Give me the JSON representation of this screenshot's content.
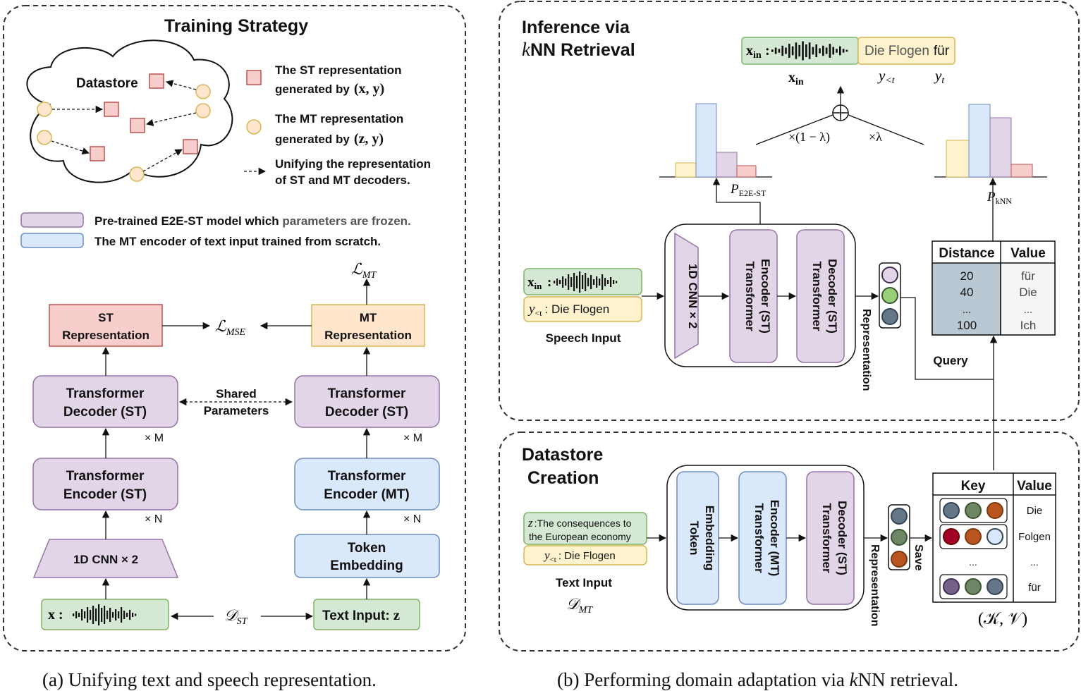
{
  "colors": {
    "st_red": "#f8cecc",
    "st_red_border": "#b85450",
    "mt_yellow": "#ffe6cc",
    "mt_yellow_border": "#d6b656",
    "frozen_purple": "#e1d5e7",
    "frozen_purple_border": "#9673a6",
    "scratch_blue": "#dae8fc",
    "scratch_blue_border": "#6c8ebf",
    "input_green": "#d5e8d4",
    "input_green_border": "#82b366",
    "db_gray": "#bac8d3",
    "db_gray_border": "#23445d"
  },
  "panel_a": {
    "title": "Training Strategy",
    "datastore_label": "Datastore",
    "legend": {
      "st_line1": "The ST representation",
      "st_line2": "generated by",
      "st_math": "(x, y)",
      "mt_line1": "The MT representation",
      "mt_line2": "generated by",
      "mt_math": "(z, y)",
      "unify_line1": "Unifying the representation",
      "unify_line2": "of ST and MT decoders.",
      "frozen_prefix": "Pre-trained E2E-ST model which ",
      "frozen_gray": "parameters are frozen.",
      "scratch": "The MT encoder of text input trained from scratch."
    },
    "left_stack": {
      "st_rep_1": "ST",
      "st_rep_2": "Representation",
      "dec_1": "Transformer",
      "dec_2": "Decoder (ST)",
      "dec_times": "× M",
      "enc_1": "Transformer",
      "enc_2": "Encoder (ST)",
      "enc_times": "× N",
      "cnn": "1D CNN × 2",
      "speech": "x :"
    },
    "right_stack": {
      "mt_rep_1": "MT",
      "mt_rep_2": "Representation",
      "dec_1": "Transformer",
      "dec_2": "Decoder (ST)",
      "dec_times": "× M",
      "enc_1": "Transformer",
      "enc_2": "Encoder (MT)",
      "enc_times": "× N",
      "emb_1": "Token",
      "emb_2": "Embedding",
      "text": "Text Input:",
      "text_var": "z"
    },
    "shared_1": "Shared",
    "shared_2": "Parameters",
    "loss_mt": "ℒ",
    "loss_mt_sub": "MT",
    "loss_mse": "ℒ",
    "loss_mse_sub": "MSE",
    "data_st": "𝒟",
    "data_st_sub": "ST"
  },
  "panel_b_top": {
    "title_1": "Inference via",
    "title_k": "k",
    "title_2": "NN Retrieval",
    "xin": "x",
    "xin_sub": "in",
    "out_text": "Die Flogen",
    "out_next": "für",
    "label_xin": "x",
    "label_ylt": "y",
    "label_ylt_sub": "<t",
    "label_yt": "y",
    "label_yt_sub": "t",
    "lambda_left": "×(1 − λ)",
    "lambda_right": "×λ",
    "p_e2e": "P",
    "p_e2e_sub": "E2E-ST",
    "p_knn": "P",
    "p_knn_sub": "kNN",
    "speech_y": "y",
    "speech_y_sub": "<t",
    "speech_y_text": ": Die Flogen",
    "speech_caption": "Speech Input",
    "cnn": "1D CNN × 2",
    "enc_1": "Transformer",
    "enc_2": "Encoder (ST)",
    "dec_1": "Transformer",
    "dec_2": "Decoder (ST)",
    "representation": "Representation",
    "query": "Query",
    "table_head": [
      "Distance",
      "Value"
    ],
    "table_rows": [
      [
        "20",
        "für"
      ],
      [
        "40",
        "Die"
      ],
      [
        "...",
        "..."
      ],
      [
        "100",
        "Ich"
      ]
    ]
  },
  "panel_b_bottom": {
    "title_1": "Datastore",
    "title_2": "Creation",
    "z_var": "z",
    "z_text_1": ":The consequences to",
    "z_text_2": "the European economy",
    "y_var": "y",
    "y_sub": "<t",
    "y_text": ": Die Flogen",
    "text_caption": "Text Input",
    "data_mt": "𝒟",
    "data_mt_sub": "MT",
    "emb_1": "Token",
    "emb_2": "Embedding",
    "enc_1": "Transformer",
    "enc_2": "Encoder (MT)",
    "dec_1": "Transformer",
    "dec_2": "Decoder (ST)",
    "representation": "Representation",
    "save": "Save",
    "table_head": [
      "Key",
      "Value"
    ],
    "table_values": [
      "Die",
      "Folgen",
      "...",
      "für"
    ],
    "kv_label": "(𝒦, 𝒱)"
  },
  "captions": {
    "a": "(a)  Unifying text and speech representation.",
    "b_1": "(b)  Performing domain adaptation via ",
    "b_k": "k",
    "b_2": "NN retrieval."
  }
}
